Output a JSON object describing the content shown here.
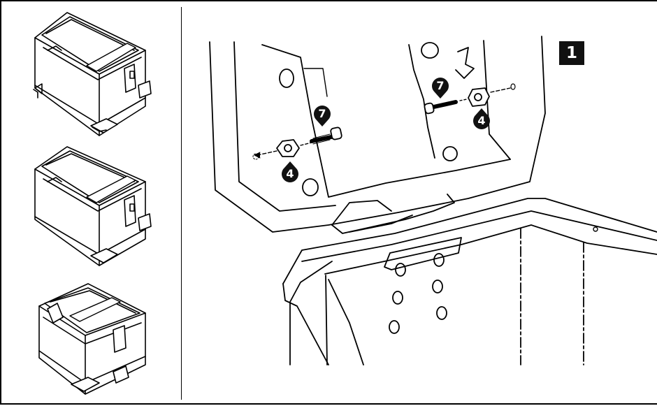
{
  "figure": {
    "step_number": "1",
    "variants": [
      {
        "name": "case-large"
      },
      {
        "name": "case-medium"
      },
      {
        "name": "case-small"
      }
    ],
    "callouts": [
      {
        "id": "screw-left",
        "label": "7"
      },
      {
        "id": "nut-left",
        "label": "4"
      },
      {
        "id": "screw-right",
        "label": "7"
      },
      {
        "id": "nut-right",
        "label": "4"
      }
    ]
  },
  "colors": {
    "line": "#000000",
    "badge": "#111111",
    "badge_text": "#ffffff"
  }
}
